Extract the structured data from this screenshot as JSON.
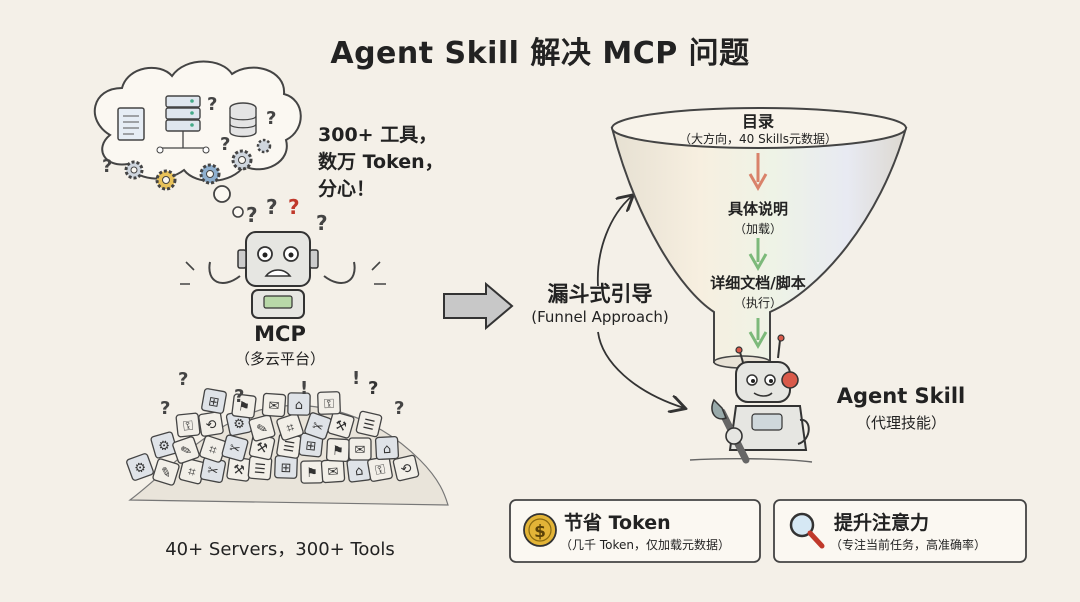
{
  "title": "Agent Skill 解决 MCP 问题",
  "mcp": {
    "thought_lines": [
      "300+ 工具，",
      "数万 Token，",
      "分心！"
    ],
    "name": "MCP",
    "subtitle": "（多云平台）",
    "pile_caption": "40+ Servers，300+ Tools"
  },
  "funnel": {
    "label": "漏斗式引导",
    "label_en": "(Funnel Approach)",
    "levels": [
      {
        "title": "目录",
        "sub": "（大方向，40 Skills元数据）"
      },
      {
        "title": "具体说明",
        "sub": "（加载）"
      },
      {
        "title": "详细文档/脚本",
        "sub": "（执行）"
      }
    ]
  },
  "agent": {
    "name": "Agent Skill",
    "subtitle": "（代理技能）"
  },
  "benefits": [
    {
      "title": "节省 Token",
      "sub": "（几千 Token，仅加载元数据）",
      "icon": "coin-icon",
      "icon_glyph": "$"
    },
    {
      "title": "提升注意力",
      "sub": "（专注当前任务，高准确率）",
      "icon": "magnifier-icon"
    }
  ],
  "colors": {
    "background": "#f4f0e8",
    "arrow_red": "#d9826a",
    "arrow_green": "#7cb97a",
    "robot_red": "#d95a4a",
    "coin": "#e3b437"
  }
}
